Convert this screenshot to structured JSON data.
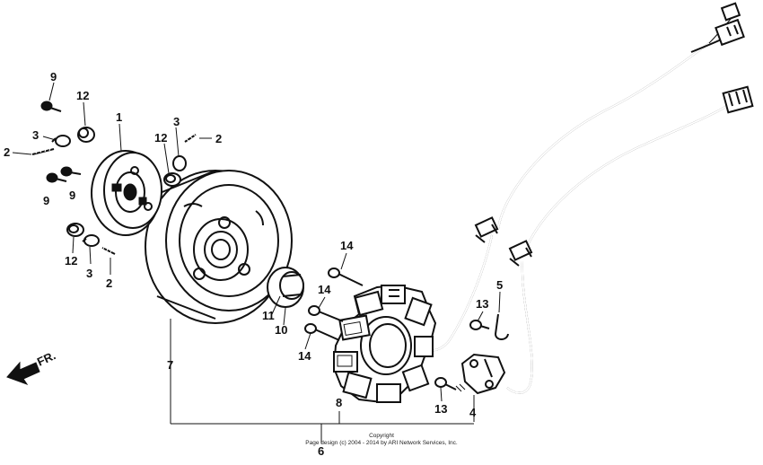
{
  "callouts": {
    "c1": "1",
    "c2a": "2",
    "c2b": "2",
    "c2c": "2",
    "c3a": "3",
    "c3b": "3",
    "c3c": "3",
    "c4": "4",
    "c5": "5",
    "c6": "6",
    "c7": "7",
    "c8": "8",
    "c9a": "9",
    "c9b": "9",
    "c9c": "9",
    "c10": "10",
    "c11": "11",
    "c12a": "12",
    "c12b": "12",
    "c12c": "12",
    "c13a": "13",
    "c13b": "13",
    "c14a": "14",
    "c14b": "14",
    "c14c": "14"
  },
  "direction_label": "FR.",
  "copyright": {
    "line1": "Copyright",
    "line2": "Page design (c) 2004 - 2014 by ARI Network Services, Inc."
  }
}
